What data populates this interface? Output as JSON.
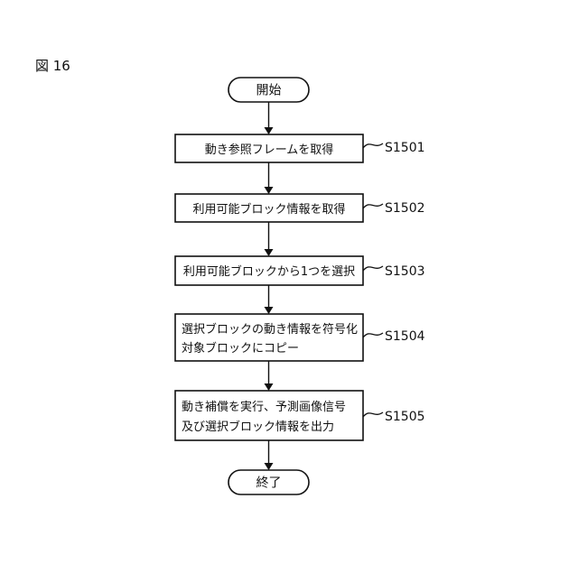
{
  "figure_label": "図 16",
  "start": "開始",
  "end": "終了",
  "steps": [
    {
      "id": "S1501",
      "lines": [
        "動き参照フレームを取得"
      ]
    },
    {
      "id": "S1502",
      "lines": [
        "利用可能ブロック情報を取得"
      ]
    },
    {
      "id": "S1503",
      "lines": [
        "利用可能ブロックから1つを選択"
      ]
    },
    {
      "id": "S1504",
      "lines": [
        "選択ブロックの動き情報を符号化",
        "対象ブロックにコピー"
      ]
    },
    {
      "id": "S1505",
      "lines": [
        "動き補償を実行、予測画像信号",
        "及び選択ブロック情報を出力"
      ]
    }
  ]
}
